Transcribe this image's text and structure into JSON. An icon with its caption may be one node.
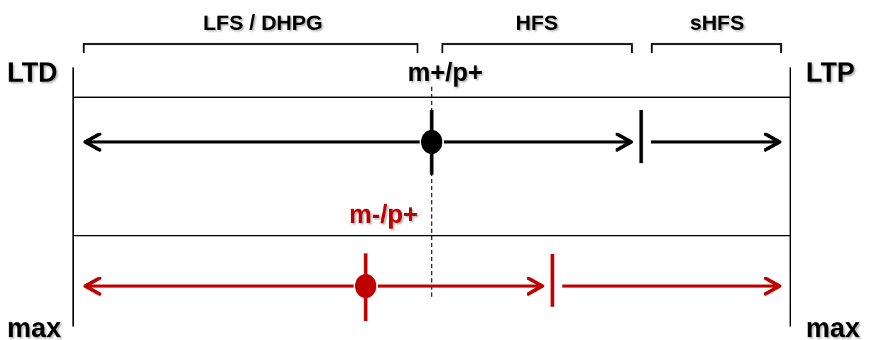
{
  "diagram": {
    "nodes": [
      {
        "text": [],
        "shape": "circle"
      },
      {
        "text": [],
        "shape": "bar"
      },
      {
        "text": [],
        "shape": "circle"
      },
      {
        "text": [],
        "shape": "bar"
      }
    ],
    "edges": [
      {
        "from": 0,
        "to": null,
        "arrow": "to"
      },
      {
        "from": 0,
        "to": 1,
        "arrow": "to"
      },
      {
        "from": 1,
        "to": null,
        "arrow": "to"
      },
      {
        "from": 2,
        "to": null,
        "arrow": "to",
        "color": "#c00000"
      },
      {
        "from": 2,
        "to": 3,
        "arrow": "to",
        "color": "#c00000"
      },
      {
        "from": 3,
        "to": null,
        "arrow": "to",
        "color": "#c00000"
      }
    ],
    "labels": [
      "LFS / DHPG",
      "HFS",
      "sHFS",
      "LTD",
      "m+/p+",
      "LTP",
      "m-/p+",
      "max",
      "max"
    ]
  }
}
